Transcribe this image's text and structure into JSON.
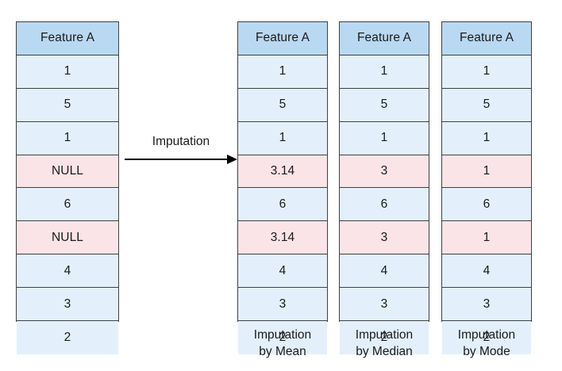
{
  "colors": {
    "header_fill": "#b9d8f2",
    "cell_fill": "#e3f0fb",
    "null_fill": "#fae4e7",
    "border": "#404040",
    "text": "#1a1a1a",
    "arrow": "#000000",
    "background": "#ffffff"
  },
  "arrow": {
    "label": "Imputation"
  },
  "tables": {
    "source": {
      "header": "Feature A",
      "rows": [
        {
          "value": "1",
          "missing": false
        },
        {
          "value": "5",
          "missing": false
        },
        {
          "value": "1",
          "missing": false
        },
        {
          "value": "NULL",
          "missing": true
        },
        {
          "value": "6",
          "missing": false
        },
        {
          "value": "NULL",
          "missing": true
        },
        {
          "value": "4",
          "missing": false
        },
        {
          "value": "3",
          "missing": false
        },
        {
          "value": "2",
          "missing": false
        }
      ]
    },
    "mean": {
      "header": "Feature A",
      "caption_line1": "Imputation",
      "caption_line2": "by Mean",
      "rows": [
        {
          "value": "1",
          "missing": false
        },
        {
          "value": "5",
          "missing": false
        },
        {
          "value": "1",
          "missing": false
        },
        {
          "value": "3.14",
          "missing": true
        },
        {
          "value": "6",
          "missing": false
        },
        {
          "value": "3.14",
          "missing": true
        },
        {
          "value": "4",
          "missing": false
        },
        {
          "value": "3",
          "missing": false
        },
        {
          "value": "2",
          "missing": false
        }
      ]
    },
    "median": {
      "header": "Feature A",
      "caption_line1": "Imputation",
      "caption_line2": "by Median",
      "rows": [
        {
          "value": "1",
          "missing": false
        },
        {
          "value": "5",
          "missing": false
        },
        {
          "value": "1",
          "missing": false
        },
        {
          "value": "3",
          "missing": true
        },
        {
          "value": "6",
          "missing": false
        },
        {
          "value": "3",
          "missing": true
        },
        {
          "value": "4",
          "missing": false
        },
        {
          "value": "3",
          "missing": false
        },
        {
          "value": "2",
          "missing": false
        }
      ]
    },
    "mode": {
      "header": "Feature A",
      "caption_line1": "Imputation",
      "caption_line2": "by Mode",
      "rows": [
        {
          "value": "1",
          "missing": false
        },
        {
          "value": "5",
          "missing": false
        },
        {
          "value": "1",
          "missing": false
        },
        {
          "value": "1",
          "missing": true
        },
        {
          "value": "6",
          "missing": false
        },
        {
          "value": "1",
          "missing": true
        },
        {
          "value": "4",
          "missing": false
        },
        {
          "value": "3",
          "missing": false
        },
        {
          "value": "2",
          "missing": false
        }
      ]
    }
  }
}
